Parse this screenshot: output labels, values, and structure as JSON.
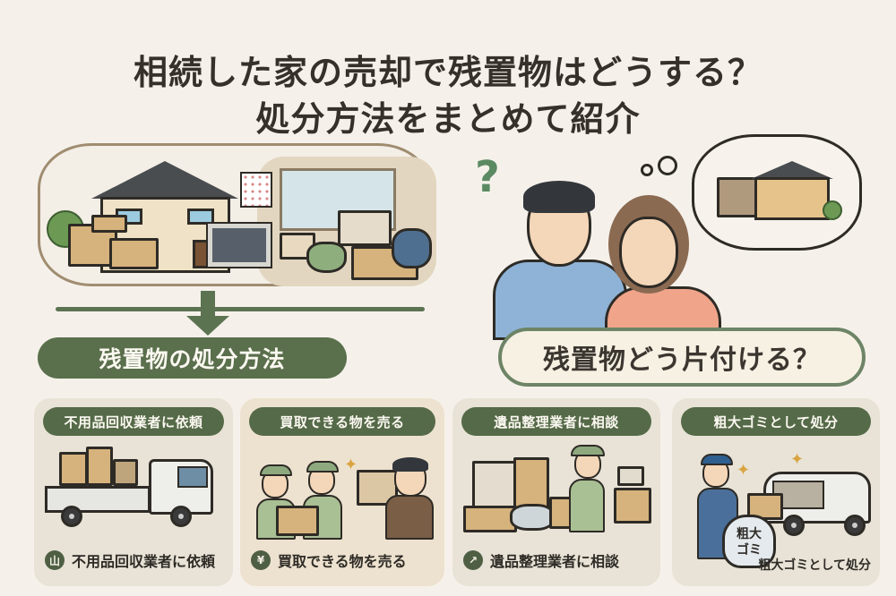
{
  "header": {
    "title_line1": "相続した家の売却で残置物はどうする？",
    "title_line2": "処分方法をまとめて紹介"
  },
  "hero_left": {
    "illustration": "house-with-clutter",
    "section_label": "残置物の処分方法",
    "arrow_icon": "arrow-down-icon"
  },
  "hero_right": {
    "illustration": "worried-couple-thinking-of-house",
    "question_mark": "?",
    "question_label": "残置物どう片付ける？"
  },
  "cards": [
    {
      "header_label": "不用品回収業者に依頼",
      "illustration": "truck-loaded-with-boxes",
      "footer_icon": "truck-icon",
      "footer_label": "不用品回収業者に依頼"
    },
    {
      "header_label": "買取できる物を売る",
      "illustration": "buyers-appraising-items",
      "footer_icon": "yen-tag-icon",
      "footer_label": "買取できる物を売る"
    },
    {
      "header_label": "遺品整理業者に相談",
      "illustration": "worker-sorting-belongings",
      "footer_icon": "consult-icon",
      "footer_label": "遺品整理業者に相談"
    },
    {
      "header_label": "粗大ゴミとして処分",
      "illustration": "worker-loading-garbage-truck",
      "bag_label_line1": "粗大",
      "bag_label_line2": "ゴミ",
      "footer_label": "粗大ゴミとして処分"
    }
  ],
  "colors": {
    "background": "#f5f1ea",
    "accent_green": "#5a6f4c",
    "text_dark": "#35302a",
    "pill_light": "#f6f1e2"
  }
}
